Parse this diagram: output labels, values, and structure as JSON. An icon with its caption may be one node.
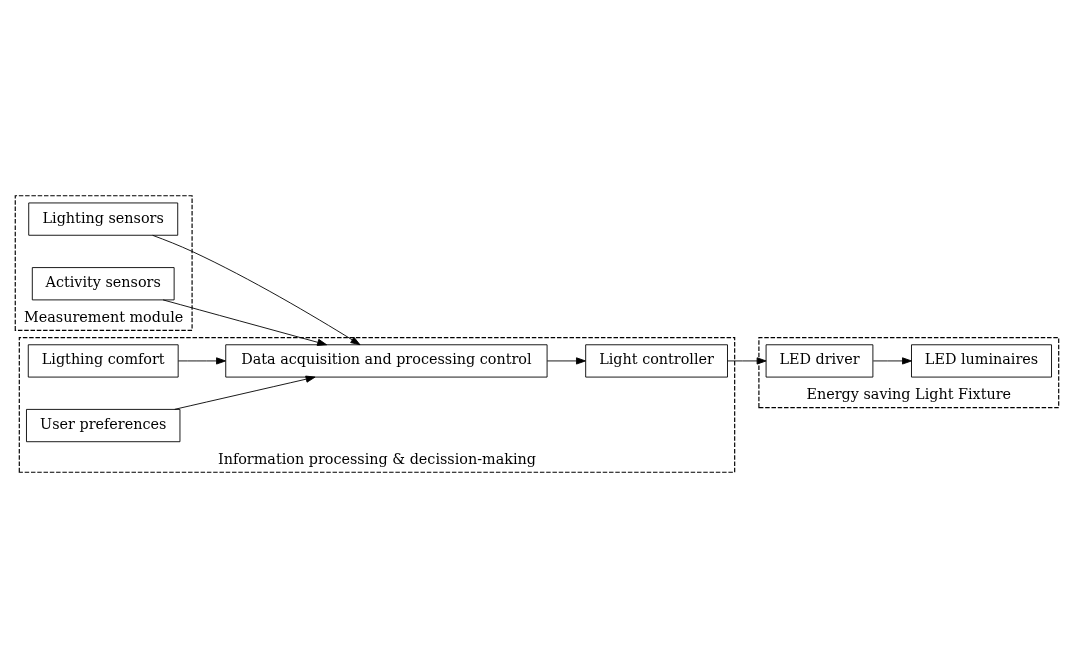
{
  "diagram": {
    "nodes": [
      {
        "text": [
          "Measurement module"
        ]
      },
      {
        "text": [
          "Lighting sensors"
        ],
        "in": 0
      },
      {
        "text": [
          "Activity sensors"
        ],
        "in": 0
      },
      {
        "text": [
          "Information processing & decission-making"
        ]
      },
      {
        "text": [
          "Ligthing comfort"
        ],
        "in": 3
      },
      {
        "text": [
          "User preferences"
        ],
        "in": 3
      },
      {
        "text": [
          "Data acquisition and processing control"
        ],
        "in": 3
      },
      {
        "text": [
          "Light controller"
        ],
        "in": 3
      },
      {
        "text": [
          "Energy saving Light Fixture"
        ]
      },
      {
        "text": [
          "LED luminaires"
        ],
        "in": 8
      },
      {
        "text": [
          "LED driver"
        ],
        "in": 8
      }
    ],
    "edges": [
      {
        "from": 1,
        "to": 6,
        "arrow": "to"
      },
      {
        "from": 2,
        "to": 6,
        "arrow": "to"
      },
      {
        "from": 4,
        "to": 6,
        "arrow": "to"
      },
      {
        "from": 5,
        "to": 6,
        "arrow": "to"
      },
      {
        "from": 6,
        "to": 7,
        "arrow": "to"
      },
      {
        "from": 7,
        "to": 10,
        "arrow": "to"
      },
      {
        "from": 10,
        "to": 9,
        "arrow": "to"
      }
    ]
  }
}
